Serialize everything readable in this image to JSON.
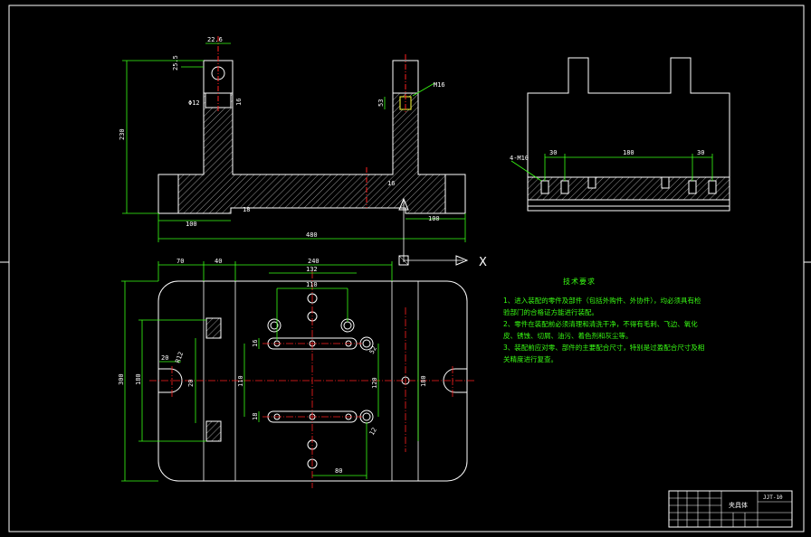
{
  "drawing": {
    "front_view": {
      "dims": [
        "22.6",
        "25.5",
        "Φ12",
        "16",
        "230",
        "M16",
        "53",
        "100",
        "100",
        "480",
        "18",
        "16"
      ]
    },
    "side_view": {
      "dims": [
        "4-M10",
        "30",
        "180",
        "30"
      ]
    },
    "top_view": {
      "dims": [
        "70",
        "40",
        "240",
        "132",
        "110",
        "180",
        "300",
        "20",
        "R12",
        "20",
        "110",
        "16",
        "18",
        "120",
        "80",
        "180",
        "52",
        "12"
      ]
    },
    "axis_label": "X",
    "notes": {
      "title": "技术要求",
      "items": [
        "1、进入装配的零件及部件（包括外购件、外协件），均必须具有检验部门的合格证方能进行装配。",
        "2、零件在装配前必须清理和清洗干净，不得有毛刺、飞边、氧化皮、锈蚀、切屑、油污、着色剂和灰尘等。",
        "3、装配前应对零、部件的主要配合尺寸，特别是过盈配合尺寸及相关精度进行复查。"
      ]
    },
    "title_block": {
      "name": "夹具体",
      "code": "JJT-10"
    },
    "colors": {
      "outline": "#ffffff",
      "dimension": "#39ff14",
      "centerline": "#ff2020",
      "hatch": "#cfcfcf",
      "thread": "#ffff33"
    }
  }
}
